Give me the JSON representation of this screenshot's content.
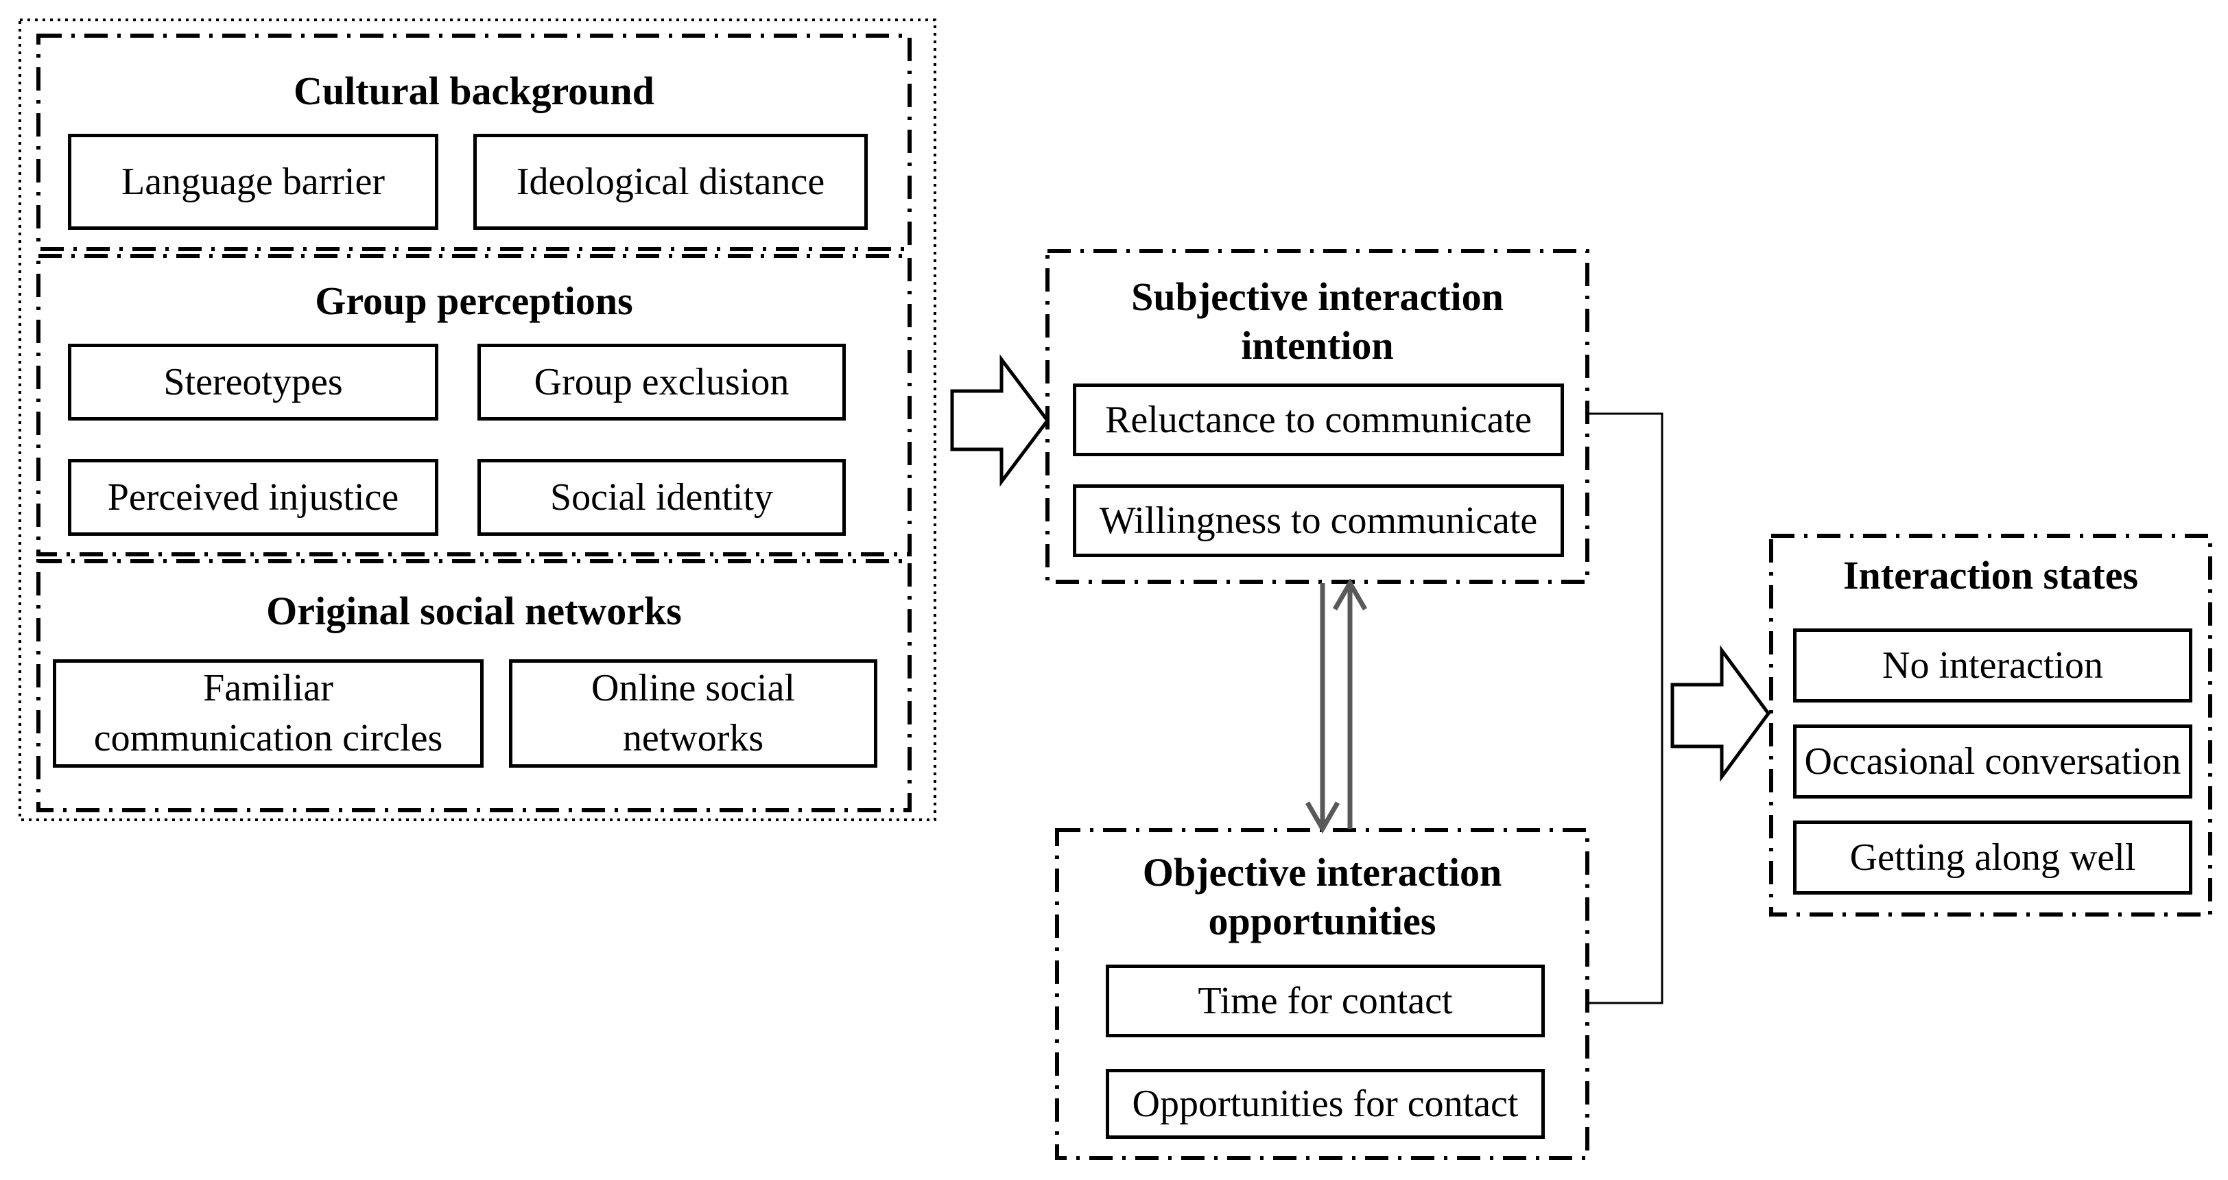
{
  "colors": {
    "line": "#000000",
    "gray_arrow": "#595959",
    "background": "#ffffff"
  },
  "left_panel": {
    "sections": [
      {
        "title": "Cultural background",
        "boxes": [
          "Language barrier",
          "Ideological distance"
        ]
      },
      {
        "title": "Group perceptions",
        "boxes": [
          "Stereotypes",
          "Group exclusion",
          "Perceived injustice",
          "Social identity"
        ]
      },
      {
        "title": "Original social networks",
        "boxes": [
          "Familiar\ncommunication circles",
          "Online social\nnetworks"
        ]
      }
    ]
  },
  "subjective": {
    "title": "Subjective interaction\nintention",
    "boxes": [
      "Reluctance to communicate",
      "Willingness to communicate"
    ]
  },
  "objective": {
    "title": "Objective interaction\nopportunities",
    "boxes": [
      "Time for contact",
      "Opportunities for contact"
    ]
  },
  "states": {
    "title": "Interaction states",
    "boxes": [
      "No interaction",
      "Occasional conversation",
      "Getting along well"
    ]
  }
}
